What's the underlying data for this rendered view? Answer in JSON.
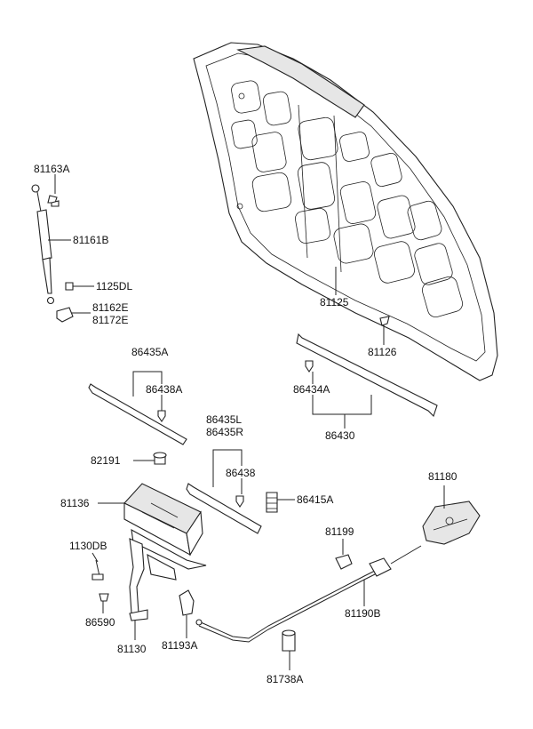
{
  "labels": {
    "l81163A": "81163A",
    "l81161B": "81161B",
    "l1125DL": "1125DL",
    "l81162E": "81162E",
    "l81172E": "81172E",
    "l81125": "81125",
    "l81126": "81126",
    "l86435A": "86435A",
    "l86438A": "86438A",
    "l86434A": "86434A",
    "l86430": "86430",
    "l86435L": "86435L",
    "l86435R": "86435R",
    "l86438": "86438",
    "l82191": "82191",
    "l81136": "81136",
    "l86415A": "86415A",
    "l81180": "81180",
    "l81199": "81199",
    "l1130DB": "1130DB",
    "l86590": "86590",
    "l81190B": "81190B",
    "l81130": "81130",
    "l81193A": "81193A",
    "l81738A": "81738A"
  }
}
